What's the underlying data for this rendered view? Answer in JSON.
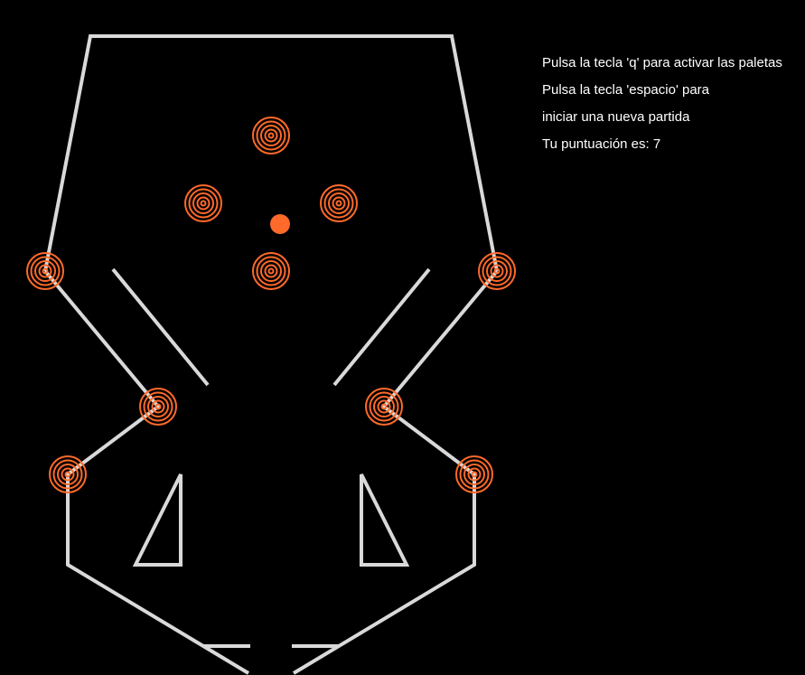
{
  "colors": {
    "background": "#000000",
    "wall": "#d9d9d9",
    "bumper": "#ff6a2a",
    "ball": "#ff6a2a",
    "text": "#ffffff"
  },
  "instructions": {
    "line1": "Pulsa la tecla 'q' para activar las paletas",
    "line2": "Pulsa la tecla 'espacio' para",
    "line3": "iniciar una nueva partida",
    "score_label": "Tu puntuación es:",
    "score": 7
  },
  "bumpers": [
    "bumper-top",
    "bumper-upper-left",
    "bumper-upper-right",
    "bumper-center",
    "bumper-left-wall",
    "bumper-right-wall",
    "bumper-mid-left",
    "bumper-mid-right",
    "bumper-lower-left",
    "bumper-lower-right"
  ]
}
